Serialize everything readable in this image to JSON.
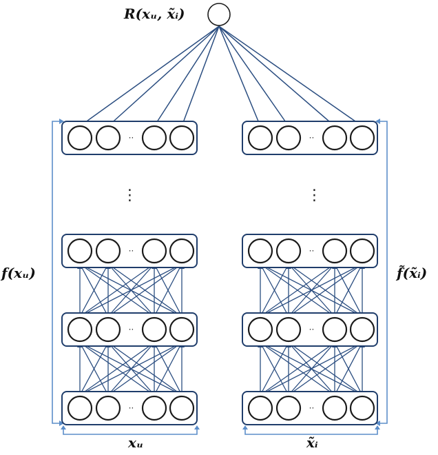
{
  "labels": {
    "output": "R(xᵤ, x̃ᵢ)",
    "left_function": "f(xᵤ)",
    "right_function": "f̃(x̃ᵢ)",
    "left_input": "xᵤ",
    "right_input": "x̃ᵢ",
    "dots": "··",
    "vertical_ellipsis": "⋮"
  },
  "style": {
    "box_stroke": "#1f3d6b",
    "edge_color": "#2a4d80",
    "bracket_color": "#5b8dc9",
    "node_fill": "#ffffff"
  },
  "diagram": {
    "towers": [
      {
        "id": "user",
        "layers": [
          "hidden-top",
          "hidden-3",
          "hidden-2",
          "input"
        ]
      },
      {
        "id": "item",
        "layers": [
          "hidden-top",
          "hidden-3",
          "hidden-2",
          "input"
        ]
      }
    ],
    "nodes_per_layer": 4
  }
}
